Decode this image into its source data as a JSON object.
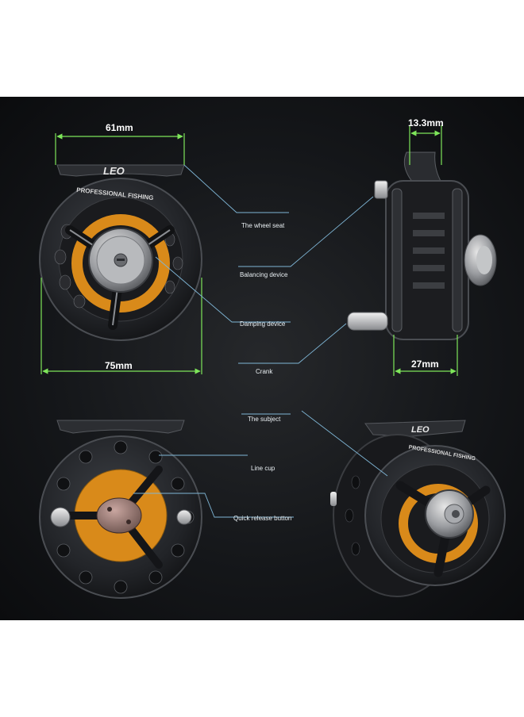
{
  "brand": {
    "logo": "LEO",
    "ring_text": "PROFESSIONAL  FISHING"
  },
  "dimensions": {
    "top_width": "61mm",
    "outer_width": "75mm",
    "arbor_width": "13.3mm",
    "side_width": "27mm"
  },
  "callouts": {
    "wheel_seat": "The wheel seat",
    "balancing_device": "Balancing device",
    "damping_device": "Damping device",
    "crank": "Crank",
    "subject": "The subject",
    "line_cup": "Line cup",
    "quick_release": "Quick release button"
  },
  "colors": {
    "background": "#141619",
    "reel_body": "#2a2c30",
    "accent_orange": "#d98a1a",
    "dimension_line": "#7ee65a",
    "callout_line": "#7fb6d6"
  }
}
